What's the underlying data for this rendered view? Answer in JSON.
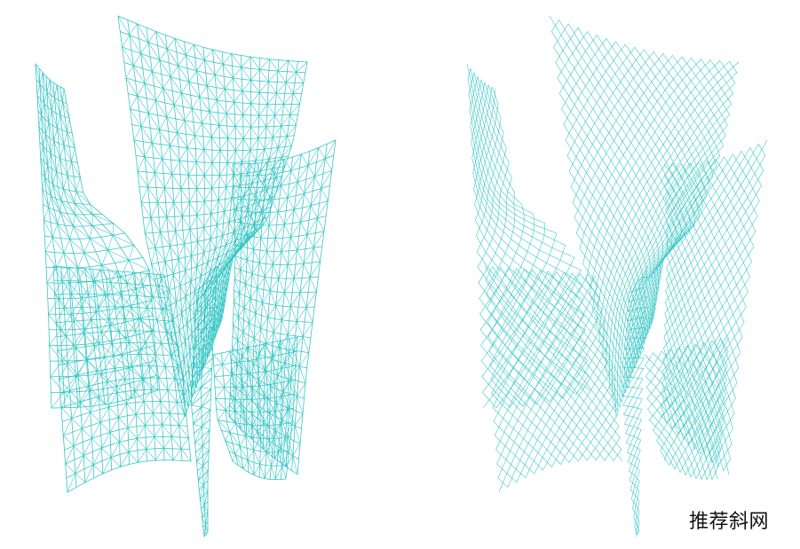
{
  "caption": {
    "text": "推荐斜网"
  },
  "colors": {
    "mesh": "#2ec4c4",
    "background": "#ffffff",
    "caption": "#111111"
  },
  "figures": [
    {
      "name": "quad-triangle-mesh",
      "mesh_style": "quad-grid-with-diagonals"
    },
    {
      "name": "diagonal-mesh",
      "mesh_style": "diagonal-diamond-grid"
    }
  ]
}
